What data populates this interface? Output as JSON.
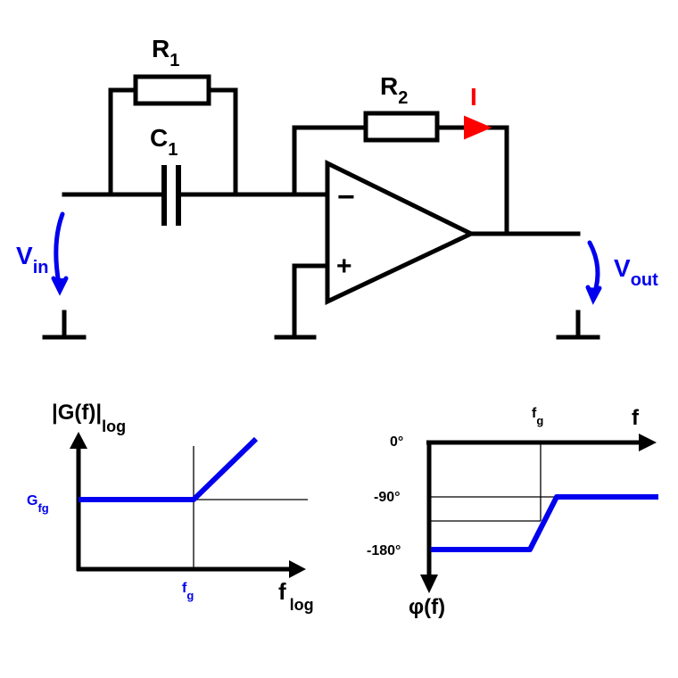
{
  "circuit": {
    "r1": {
      "letter": "R",
      "sub": "1"
    },
    "c1": {
      "letter": "C",
      "sub": "1"
    },
    "r2": {
      "letter": "R",
      "sub": "2"
    },
    "current": "I",
    "opamp_minus": "−",
    "opamp_plus": "+",
    "vin": {
      "letter": "V",
      "sub": "in"
    },
    "vout": {
      "letter": "V",
      "sub": "out"
    }
  },
  "gain_plot": {
    "ylabel_main": "|G(f)|",
    "ylabel_sub": "log",
    "xlabel_main": "f",
    "xlabel_sub": "log",
    "level_main": "G",
    "level_sub": "fg",
    "corner_main": "f",
    "corner_sub": "g"
  },
  "phase_plot": {
    "xlabel": "f",
    "ylabel": "φ(f)",
    "corner_main": "f",
    "corner_sub": "g",
    "ticks": [
      "0°",
      "-90°",
      "-180°"
    ]
  },
  "colors": {
    "wire": "#000000",
    "signal": "#0000ee",
    "current": "#ff0000"
  }
}
